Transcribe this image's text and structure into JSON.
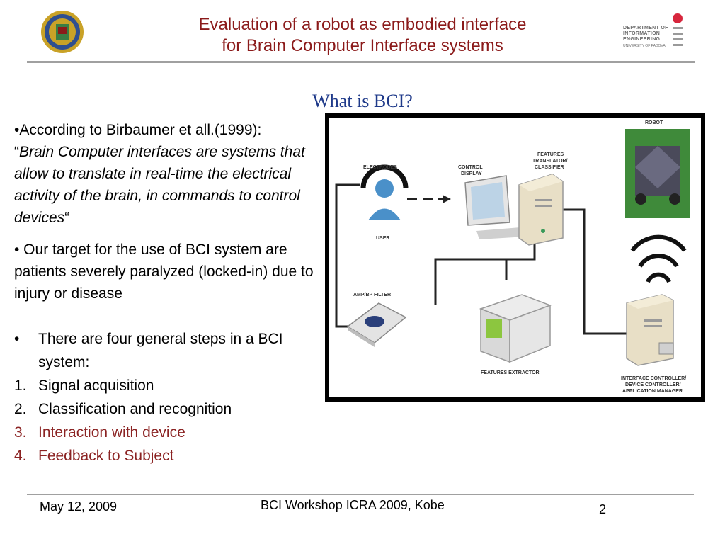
{
  "header": {
    "title_line1": "Evaluation of a robot as embodied interface",
    "title_line2": "for Brain Computer Interface systems"
  },
  "logo_right": {
    "line1": "DEPARTMENT OF",
    "line2": "INFORMATION",
    "line3": "ENGINEERING",
    "line4": "UNIVERSITY OF PADOVA"
  },
  "subtitle": "What is BCI?",
  "bullets": {
    "b1_lead": "•According to Birbaumer et all.(1999):",
    "b1_open_quote": "“",
    "b1_quote": "Brain Computer interfaces are systems that allow to translate in real-time the electrical activity of the brain, in commands to control devices",
    "b1_close_quote": "“",
    "b2": "• Our target for the use of BCI system are patients severely paralyzed (locked-in) due to injury or disease"
  },
  "steps": {
    "intro_mark": "•",
    "intro": "There are four general steps in a BCI system:",
    "items": [
      {
        "num": "1.",
        "text": "Signal acquisition"
      },
      {
        "num": "2.",
        "text": "Classification and recognition"
      },
      {
        "num": "3.",
        "text": "Interaction with device"
      },
      {
        "num": "4.",
        "text": "Feedback to Subject"
      }
    ]
  },
  "diagram": {
    "electrodes": "ELECTRODES",
    "user": "USER",
    "control_display_1": "CONTROL",
    "control_display_2": "DISPLAY",
    "features_1": "FEATURES",
    "features_2": "TRANSLATOR/",
    "features_3": "CLASSIFIER",
    "robot": "ROBOT",
    "amp": "AMP/BP FILTER",
    "extractor": "FEATURES EXTRACTOR",
    "controller_1": "INTERFACE CONTROLLER/",
    "controller_2": "DEVICE CONTROLLER/",
    "controller_3": "APPLICATION MANAGER"
  },
  "footer": {
    "date": "May 12, 2009",
    "center": "BCI Workshop ICRA 2009, Kobe",
    "page": "2"
  },
  "colors": {
    "title": "#8b1a1a",
    "subtitle": "#1f3a8a",
    "steps_highlight": "#8b2323"
  }
}
